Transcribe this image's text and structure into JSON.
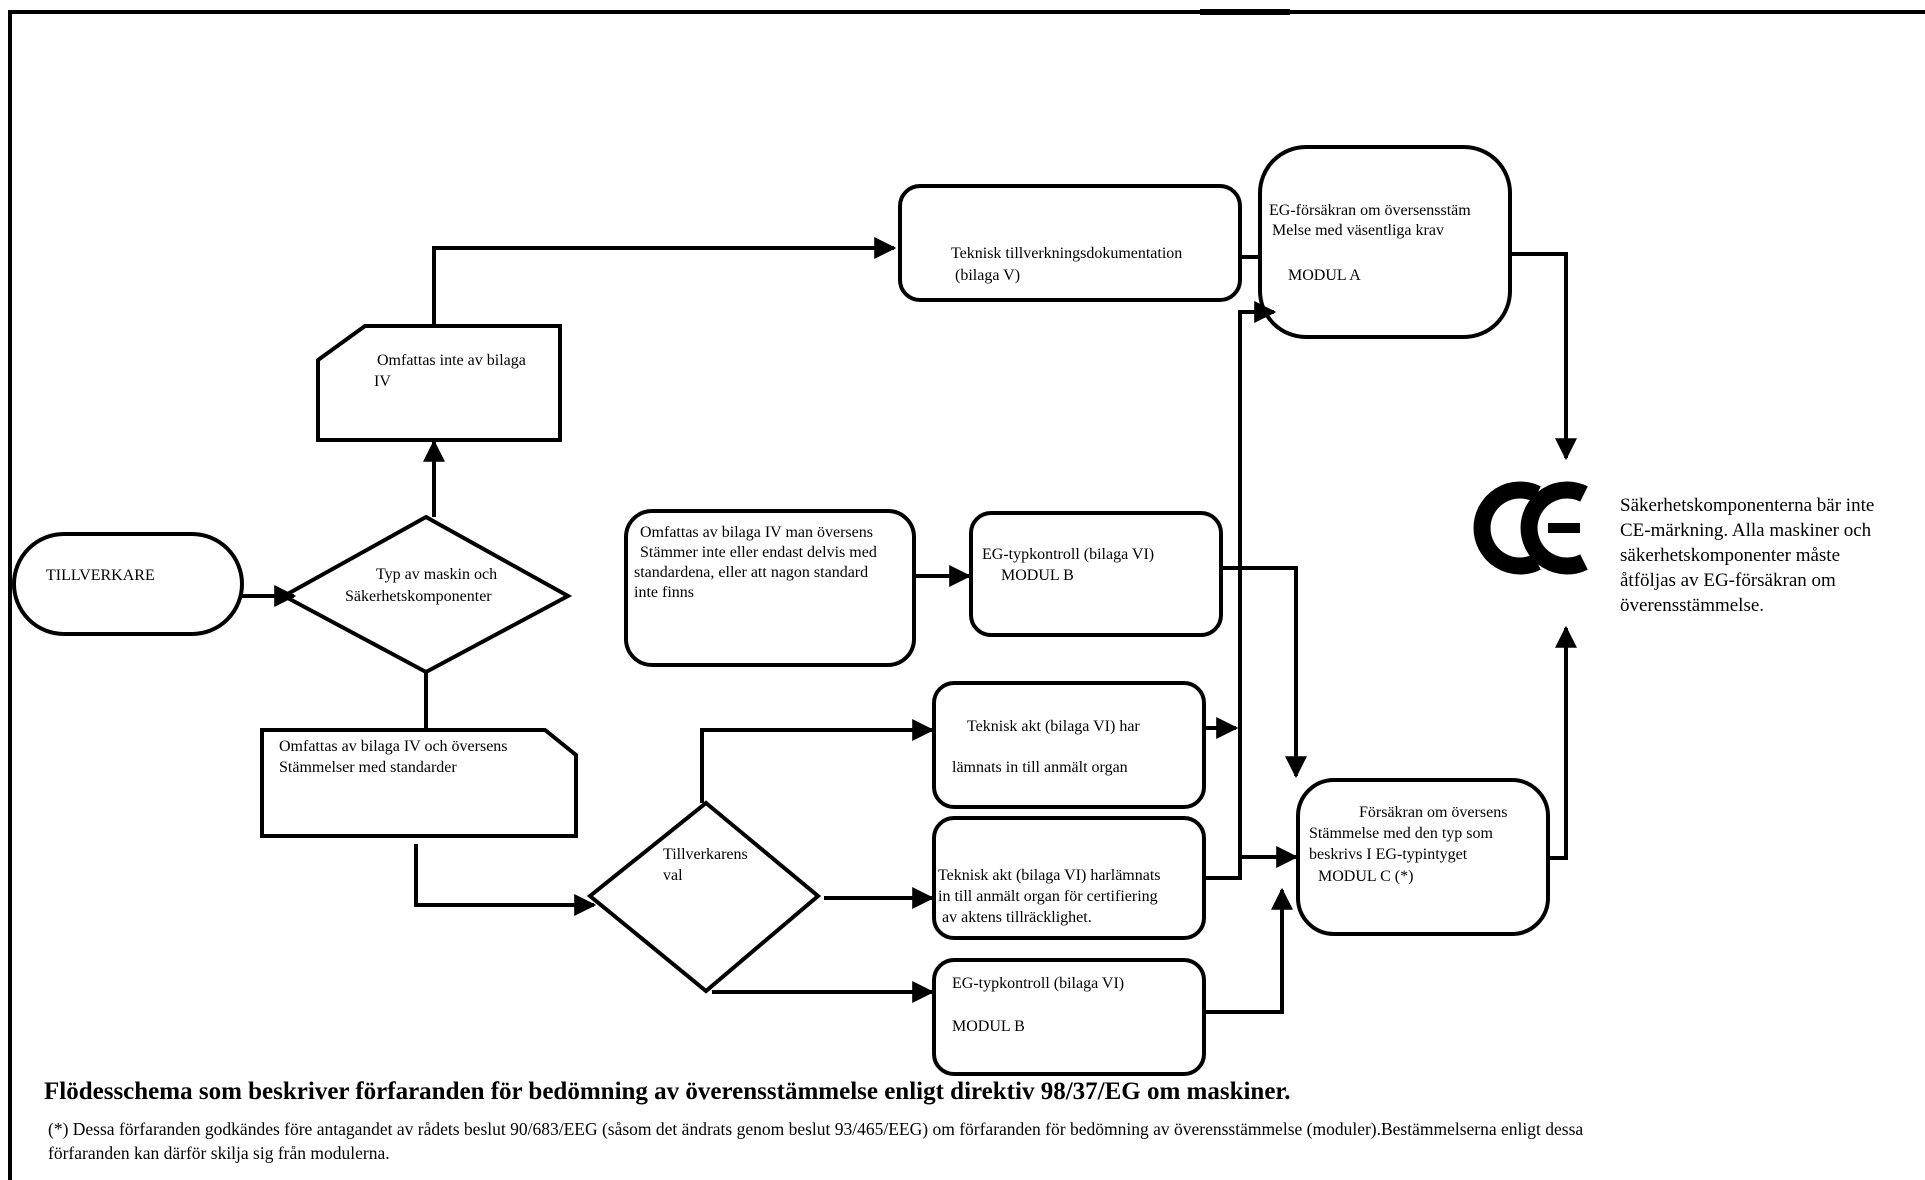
{
  "nodes": {
    "manufacturer": {
      "lines": [
        "TILLVERKARE"
      ]
    },
    "type_decision": {
      "lines": [
        "Typ av maskin och",
        "Säkerhetskomponenter"
      ]
    },
    "not_annex_iv": {
      "lines": [
        "Omfattas inte av bilaga",
        "IV"
      ]
    },
    "annex_iv_with_standards": {
      "lines": [
        "Omfattas av bilaga IV och översens",
        "Stämmelser med standarder"
      ]
    },
    "annex_iv_without_standards": {
      "lines": [
        "Omfattas av bilaga IV man översens",
        "Stämmer inte eller endast delvis med",
        "standardena, eller att nagon standard",
        "inte finns"
      ]
    },
    "technical_documentation": {
      "lines": [
        "Teknisk tillverkningsdokumentation",
        "(bilaga V)"
      ]
    },
    "ec_declaration_module_a": {
      "lines": [
        "EG-försäkran om översensstäm",
        "Melse med väsentliga krav",
        "MODUL A"
      ]
    },
    "ec_type_exam_top": {
      "lines": [
        "EG-typkontroll (bilaga VI)",
        "MODUL B"
      ]
    },
    "manufacturer_choice": {
      "lines": [
        "Tillverkarens",
        "val"
      ]
    },
    "tech_file_submitted": {
      "lines": [
        "Teknisk akt (bilaga VI) har",
        "lämnats in till anmält organ"
      ]
    },
    "tech_file_certification": {
      "lines": [
        "Teknisk akt (bilaga VI) harlämnats",
        "in till anmält organ  för certifiering",
        "av aktens tillräcklighet."
      ]
    },
    "ec_type_exam_bottom": {
      "lines": [
        "EG-typkontroll (bilaga VI)",
        "MODUL B"
      ]
    },
    "declaration_module_c": {
      "lines": [
        "Försäkran om översens",
        "Stämmelse med den typ som",
        "beskrivs I EG-typintyget",
        "MODUL C (*)"
      ]
    }
  },
  "ce_mark": {
    "text": "CE"
  },
  "ce_note": {
    "lines": [
      "Säkerhetskomponenterna bär inte",
      "CE-märkning. Alla maskiner och",
      "säkerhetskomponenter måste",
      "åtföljas av EG-försäkran om",
      "överensstämmelse."
    ]
  },
  "caption": "Flödesschema som beskriver förfaranden för bedömning av överensstämmelse enligt direktiv 98/37/EG om maskiner.",
  "footnote": "(*)  Dessa förfaranden godkändes före antagandet av rådets beslut 90/683/EEG (såsom det ändrats genom beslut 93/465/EEG) om förfaranden för bedömning av överensstämmelse (moduler).Bestämmelserna enligt dessa förfaranden kan därför skilja sig från modulerna."
}
